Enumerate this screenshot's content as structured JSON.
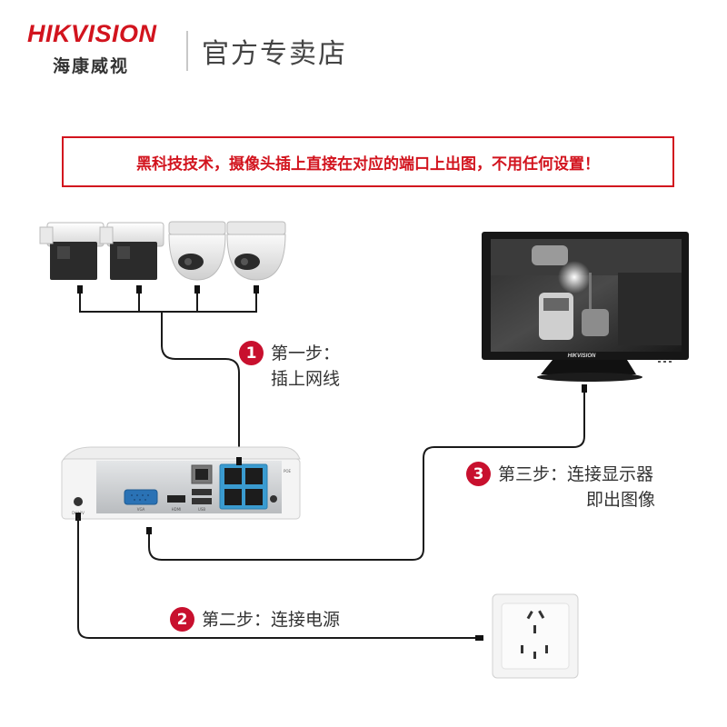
{
  "brand": {
    "name_en": "HIKVISION",
    "name_cn": "海康威视",
    "store": "官方专卖店"
  },
  "banner": {
    "text": "黑科技技术，摄像头插上直接在对应的端口上出图，不用任何设置！"
  },
  "steps": [
    {
      "number": "1",
      "line1": "第一步：",
      "line2": "插上网线"
    },
    {
      "number": "2",
      "line1": "第二步：连接电源"
    },
    {
      "number": "3",
      "line1": "第三步：连接显示器",
      "line2": "即出图像"
    }
  ],
  "monitor": {
    "brand": "HIKVISION"
  },
  "nvr_ports": {
    "vga": "VGA",
    "hdmi": "HDMI",
    "usb": "USB",
    "poe": "POE",
    "power": "DC12V"
  },
  "colors": {
    "brand_red": "#d2141e",
    "step_red": "#c8102e",
    "poe_blue": "#3a9bd0",
    "vga_blue": "#2a72b5"
  }
}
